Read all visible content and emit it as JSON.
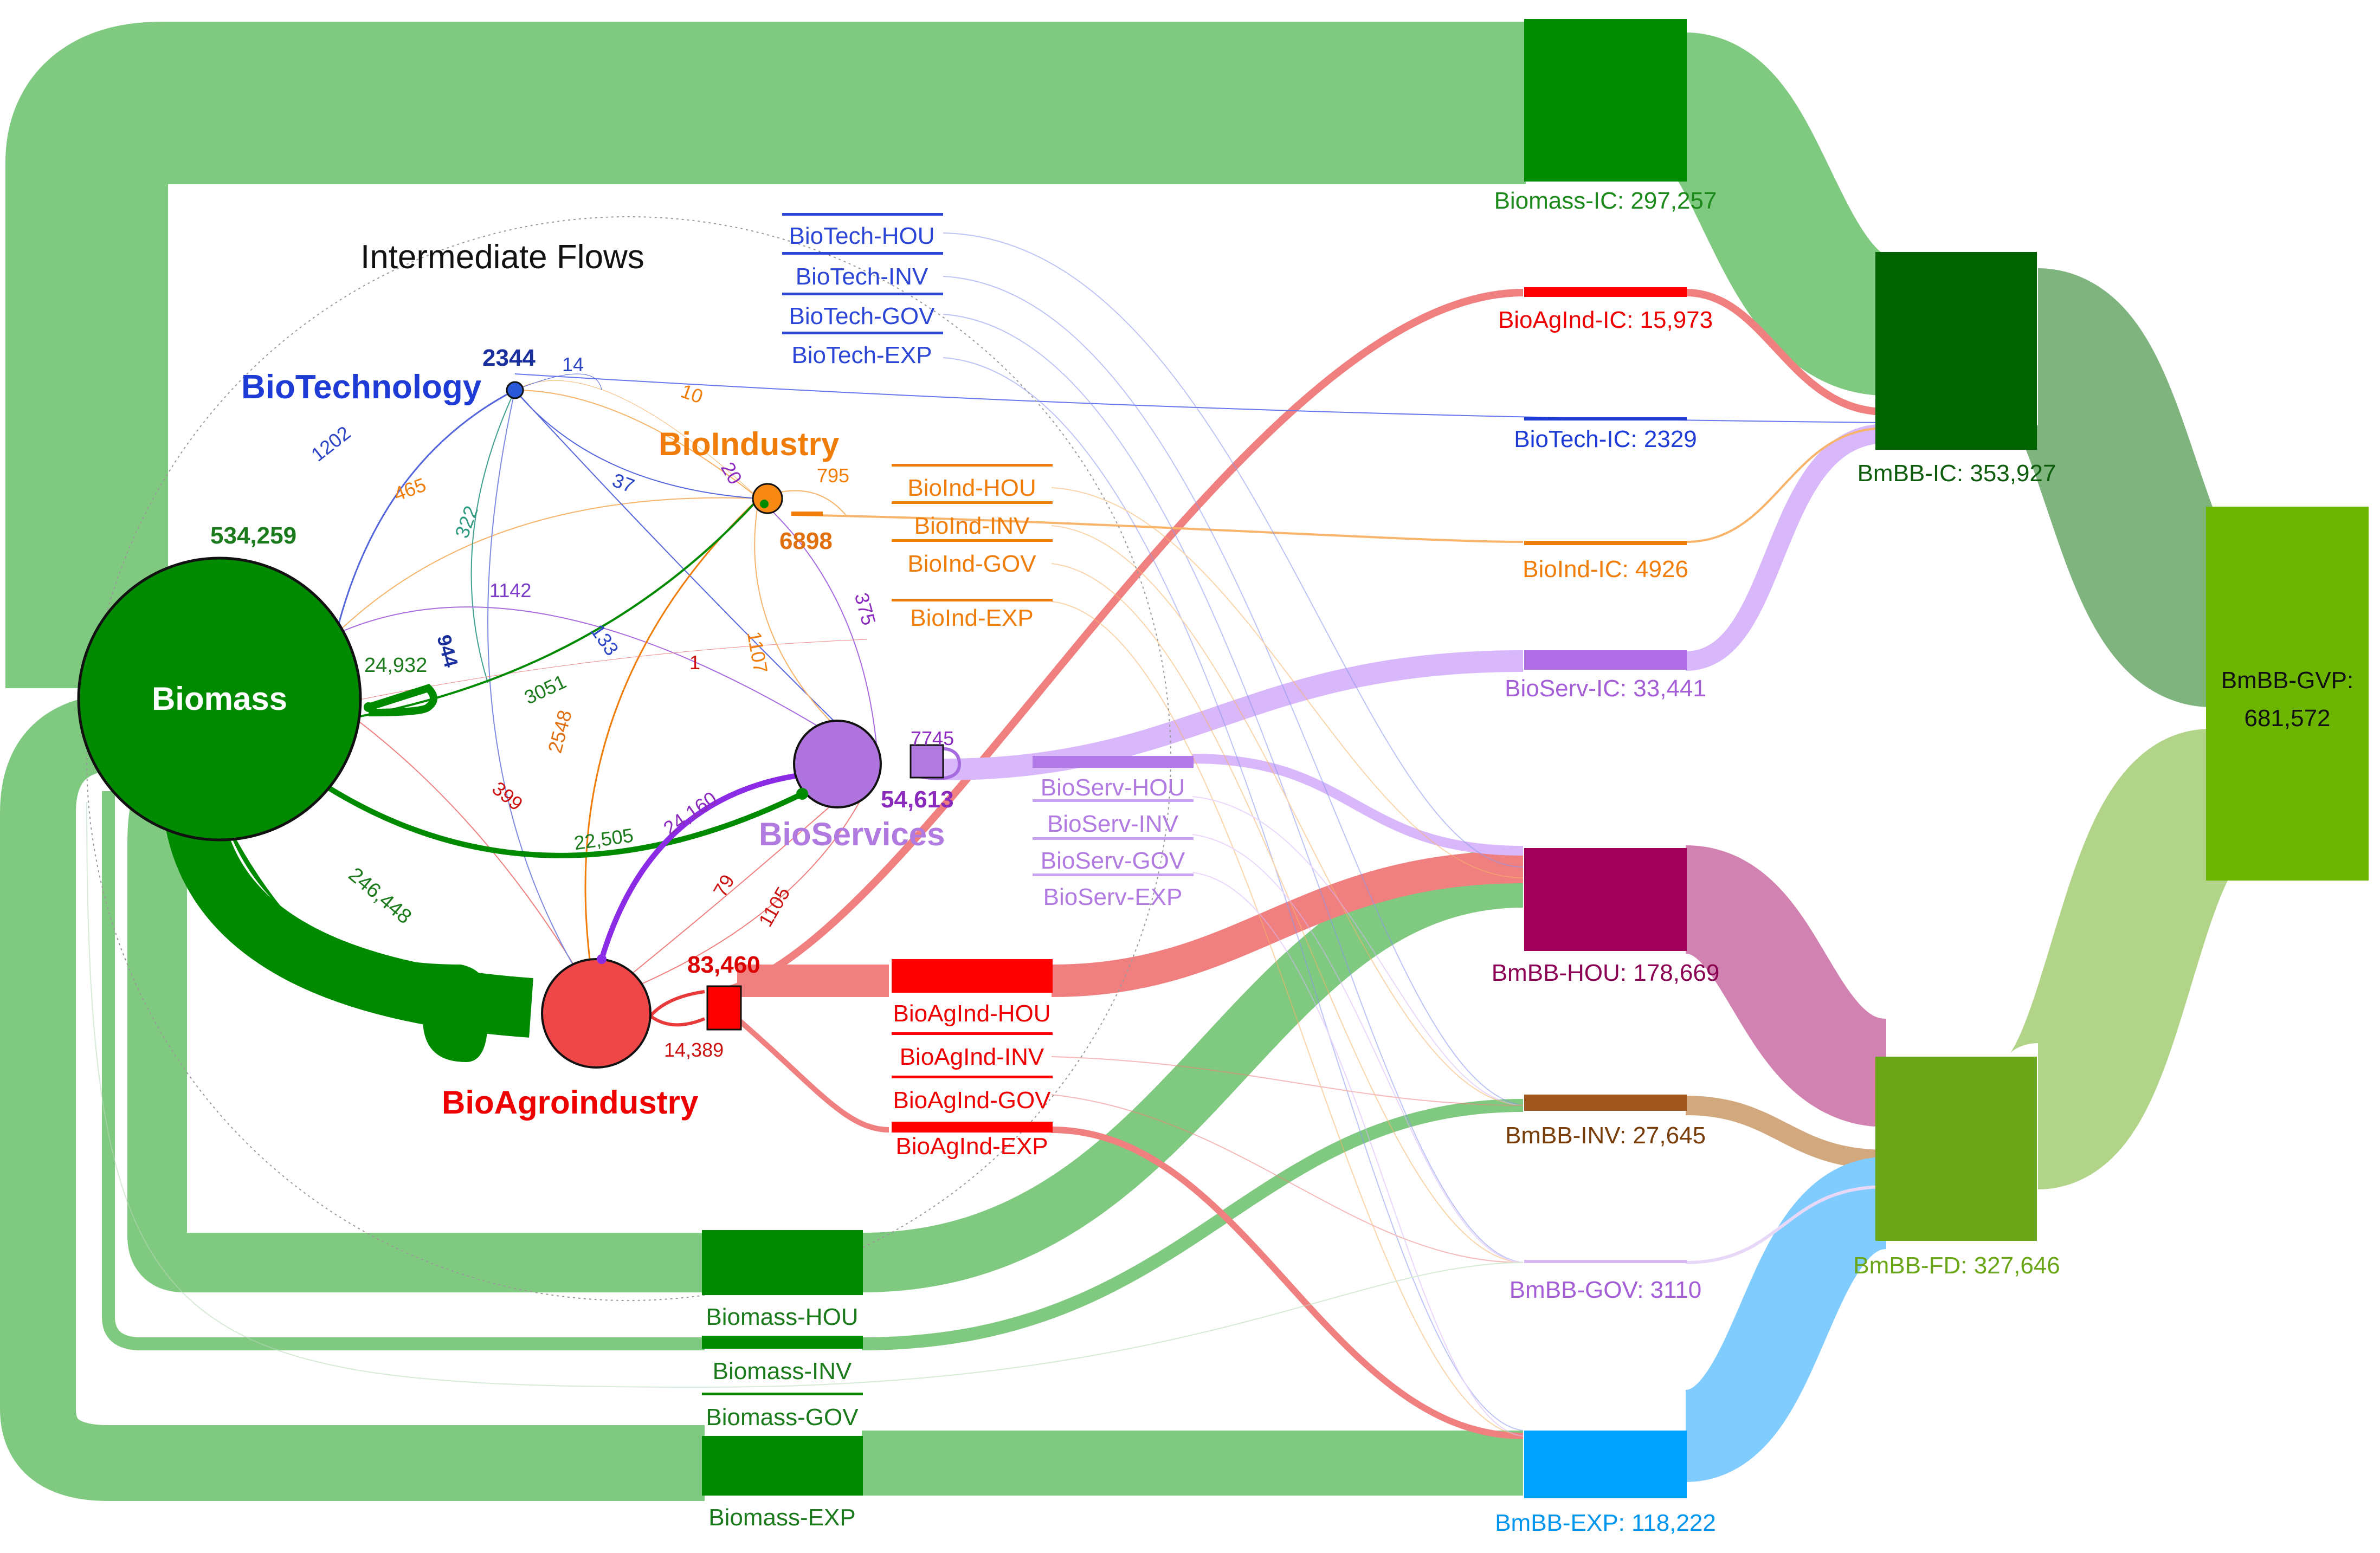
{
  "title": "Intermediate Flows",
  "sectors": {
    "biomass": {
      "name": "Biomass",
      "total": "534,259",
      "self_loop": "24,932",
      "color": "#008a00"
    },
    "biotech": {
      "name": "BioTechnology",
      "total": "2344",
      "color": "#1f3bd6"
    },
    "bioindustry": {
      "name": "BioIndustry",
      "total": "6898",
      "color": "#f07d0a"
    },
    "bioservices": {
      "name": "BioServices",
      "total": "54,613",
      "self_loop": "7745",
      "color": "#a86ad8"
    },
    "bioagro": {
      "name": "BioAgroindustry",
      "total": "83,460",
      "self_loop": "14,389",
      "color": "#e83a3a"
    }
  },
  "flow_labels": {
    "biomass_to_biotech": "1202",
    "biomass_to_bioind": "465",
    "biotech_to_bioind": "14",
    "bioind_to_biotech": "10",
    "biotech_to_x1": "322",
    "biotech_to_bioind2": "37",
    "bioind_20": "20",
    "bioind_795": "795",
    "biomass_1142": "1142",
    "biotech_944": "944",
    "biotech_133": "133",
    "biomass_to_bioind_3051": "3051",
    "bioind_1107": "1107",
    "bioind_375": "375",
    "one": "1",
    "bioind_2548": "2548",
    "agro_399": "399",
    "biomass_to_serv": "22,505",
    "agro_to_serv": "24,160",
    "agro_79": "79",
    "agro_1105": "1105",
    "biomass_to_agro": "246,448"
  },
  "final_use_labels": {
    "biotech": [
      "BioTech-HOU",
      "BioTech-INV",
      "BioTech-GOV",
      "BioTech-EXP"
    ],
    "bioind": [
      "BioInd-HOU",
      "BioInd-INV",
      "BioInd-GOV",
      "BioInd-EXP"
    ],
    "bioserv": [
      "BioServ-HOU",
      "BioServ-INV",
      "BioServ-GOV",
      "BioServ-EXP"
    ],
    "bioagro": [
      "BioAgInd-HOU",
      "BioAgInd-INV",
      "BioAgInd-GOV",
      "BioAgInd-EXP"
    ],
    "biomass": [
      "Biomass-HOU",
      "Biomass-INV",
      "Biomass-GOV",
      "Biomass-EXP"
    ]
  },
  "nodes": {
    "biomass_ic": "Biomass-IC: 297,257",
    "bioagind_ic": "BioAgInd-IC: 15,973",
    "biotech_ic": "BioTech-IC: 2329",
    "bioind_ic": "BioInd-IC: 4926",
    "bioserv_ic": "BioServ-IC: 33,441",
    "bmbb_ic": "BmBB-IC: 353,927",
    "bmbb_hou": "BmBB-HOU: 178,669",
    "bmbb_inv": "BmBB-INV: 27,645",
    "bmbb_gov": "BmBB-GOV: 3110",
    "bmbb_exp": "BmBB-EXP: 118,222",
    "bmbb_fd": "BmBB-FD: 327,646",
    "bmbb_gvp_1": "BmBB-GVP:",
    "bmbb_gvp_2": "681,572"
  },
  "colors": {
    "biomass_band": "#80c980",
    "biomass_node": "#008a00",
    "bmbb_ic_node": "#006400",
    "gvp_node": "#6cb500",
    "fd_node": "#6aa617",
    "hou_node": "#a0005a",
    "inv_node": "#a0561a",
    "gov_node": "#d9b8f2",
    "exp_node": "#00a2ff",
    "agro_band": "#f08080",
    "serv_band": "#d8b8fa",
    "biotech_band": "#6677ee",
    "bioind_band": "#f7b46a"
  }
}
